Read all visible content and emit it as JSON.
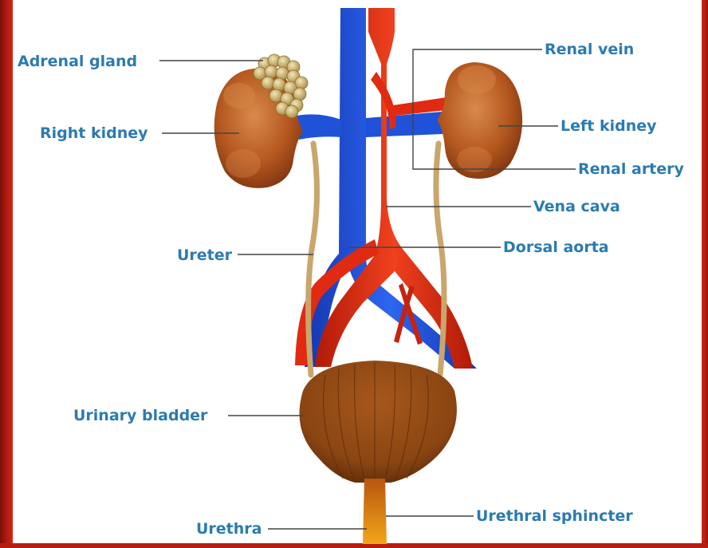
{
  "labels": {
    "adrenal_gland": "Adrenal gland",
    "right_kidney": "Right kidney",
    "ureter": "Ureter",
    "urinary_bladder": "Urinary bladder",
    "urethra": "Urethra",
    "renal_vein": "Renal vein",
    "left_kidney": "Left kidney",
    "renal_artery": "Renal artery",
    "vena_cava": "Vena cava",
    "dorsal_aorta": "Dorsal aorta",
    "urethral_sphincter": "Urethral sphincter"
  },
  "colors": {
    "label_text": "#2b7bb0",
    "leader_line": "#444444",
    "frame": "#b81c10",
    "vein": "#1f52d8",
    "artery": "#e02a12",
    "kidney": "#b5581f",
    "bladder": "#8a4512",
    "ureter": "#c9a66b",
    "adrenal": "#d8c37f",
    "urethra": "#e88e12"
  }
}
